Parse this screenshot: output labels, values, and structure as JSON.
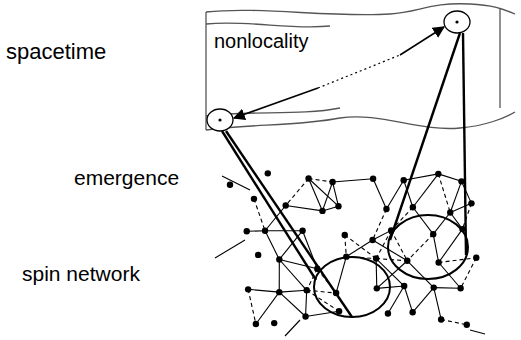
{
  "diagram": {
    "labels": [
      "spacetime",
      "nonlocality",
      "emergence",
      "spin network"
    ]
  }
}
